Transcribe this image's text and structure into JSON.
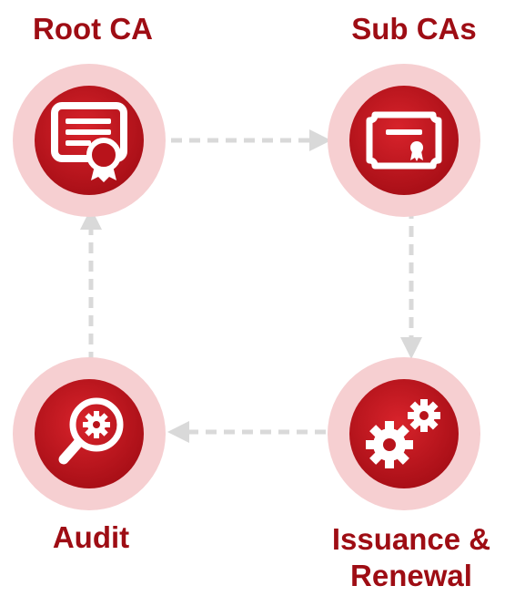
{
  "colors": {
    "accent": "#c0121c",
    "accent_dark": "#9e0d14",
    "halo": "#f6cfd1",
    "connector": "#d9d9d9",
    "icon": "#ffffff"
  },
  "nodes": {
    "root": {
      "label": "Root CA",
      "icon": "certificate-icon"
    },
    "sub": {
      "label": "Sub CAs",
      "icon": "certificate-frame-icon"
    },
    "issuance": {
      "label_line1": "Issuance &",
      "label_line2": "Renewal",
      "icon": "gears-icon"
    },
    "audit": {
      "label": "Audit",
      "icon": "magnifier-gear-icon"
    }
  }
}
